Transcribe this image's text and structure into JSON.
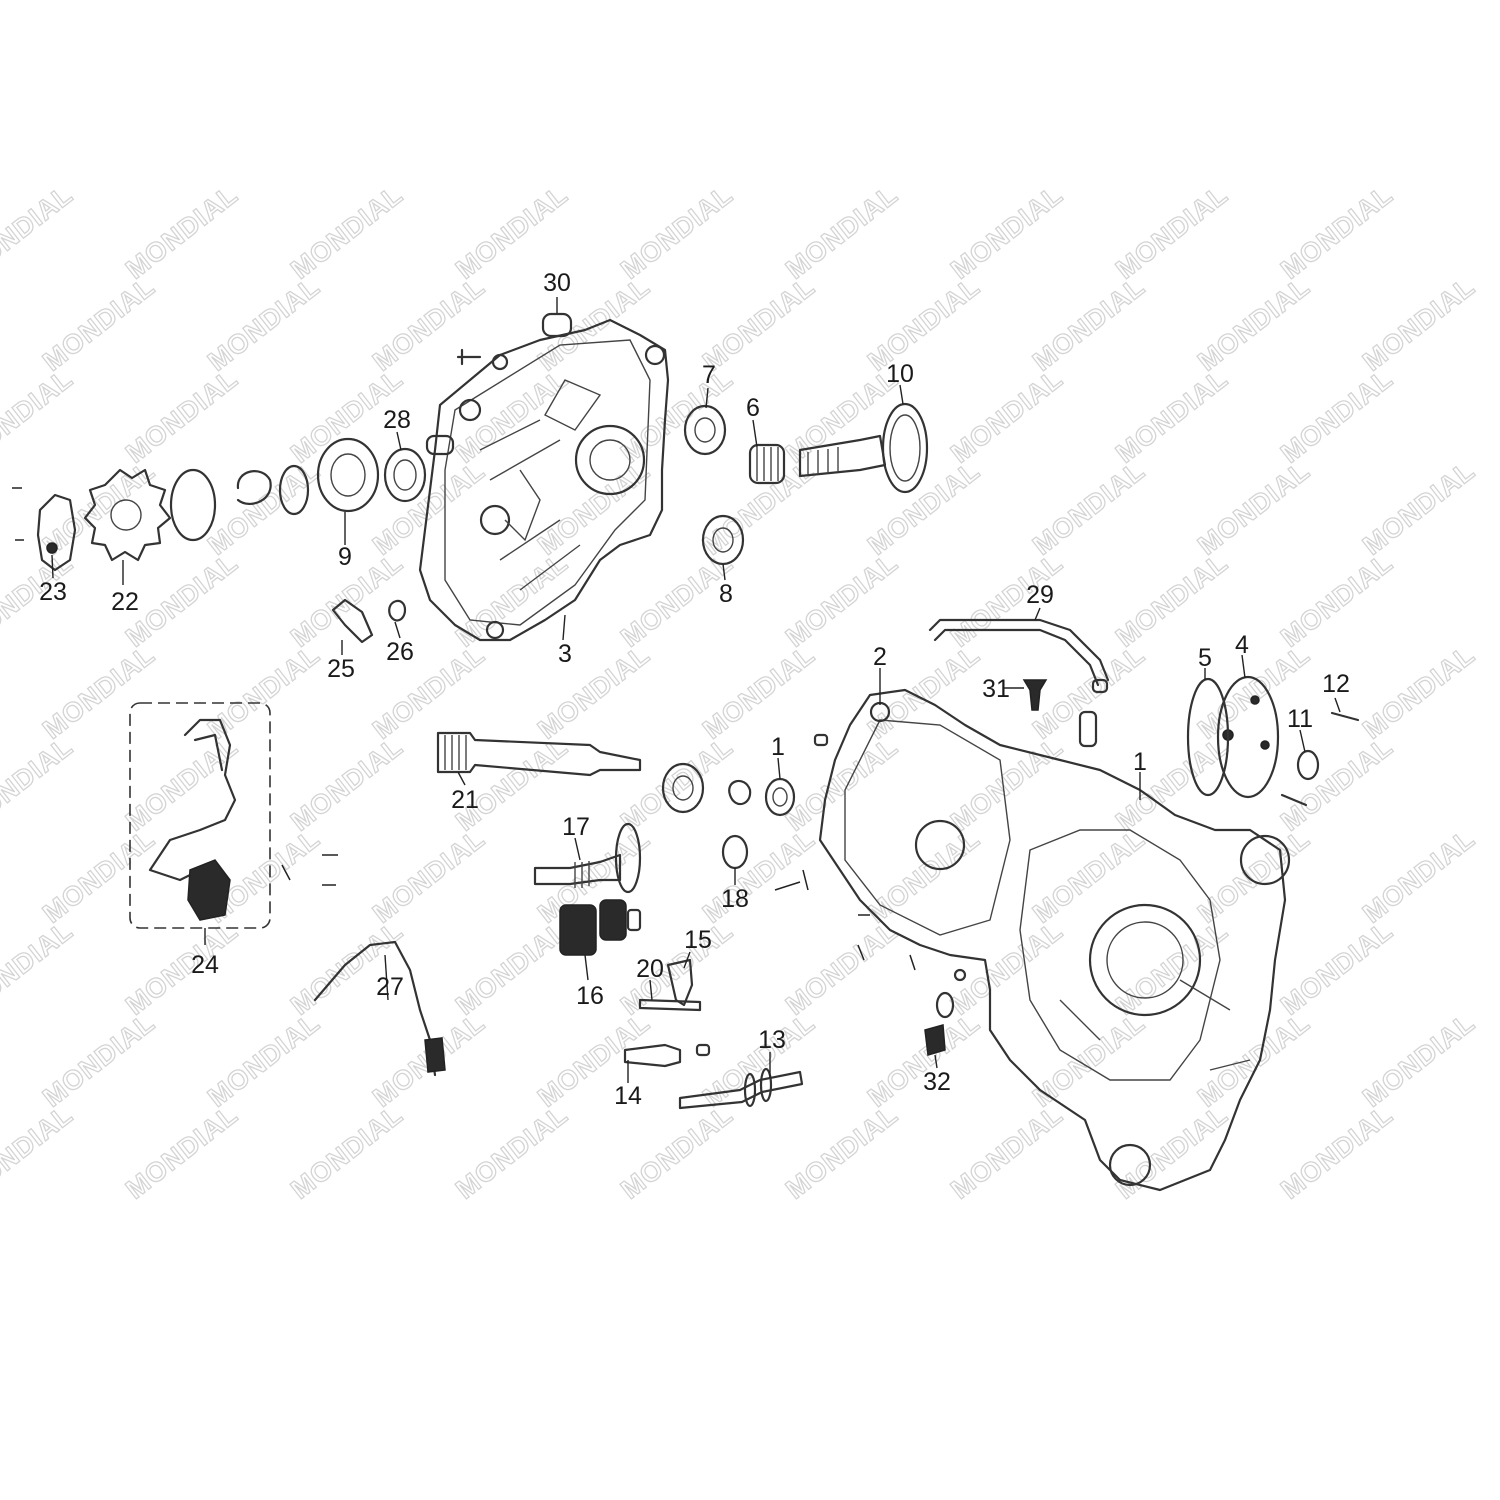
{
  "watermark": {
    "text": "MONDIAL"
  },
  "callouts": [
    {
      "id": "1",
      "text": "1"
    },
    {
      "id": "1b",
      "text": "1"
    },
    {
      "id": "2",
      "text": "2"
    },
    {
      "id": "3",
      "text": "3"
    },
    {
      "id": "4",
      "text": "4"
    },
    {
      "id": "5",
      "text": "5"
    },
    {
      "id": "6",
      "text": "6"
    },
    {
      "id": "7",
      "text": "7"
    },
    {
      "id": "8",
      "text": "8"
    },
    {
      "id": "9",
      "text": "9"
    },
    {
      "id": "10",
      "text": "10"
    },
    {
      "id": "11",
      "text": "11"
    },
    {
      "id": "12",
      "text": "12"
    },
    {
      "id": "13",
      "text": "13"
    },
    {
      "id": "14",
      "text": "14"
    },
    {
      "id": "15",
      "text": "15"
    },
    {
      "id": "16",
      "text": "16"
    },
    {
      "id": "17",
      "text": "17"
    },
    {
      "id": "18",
      "text": "18"
    },
    {
      "id": "20",
      "text": "20"
    },
    {
      "id": "21",
      "text": "21"
    },
    {
      "id": "22",
      "text": "22"
    },
    {
      "id": "23",
      "text": "23"
    },
    {
      "id": "24",
      "text": "24"
    },
    {
      "id": "25",
      "text": "25"
    },
    {
      "id": "26",
      "text": "26"
    },
    {
      "id": "27",
      "text": "27"
    },
    {
      "id": "28",
      "text": "28"
    },
    {
      "id": "29",
      "text": "29"
    },
    {
      "id": "30",
      "text": "30"
    },
    {
      "id": "31",
      "text": "31"
    },
    {
      "id": "32",
      "text": "32"
    }
  ]
}
